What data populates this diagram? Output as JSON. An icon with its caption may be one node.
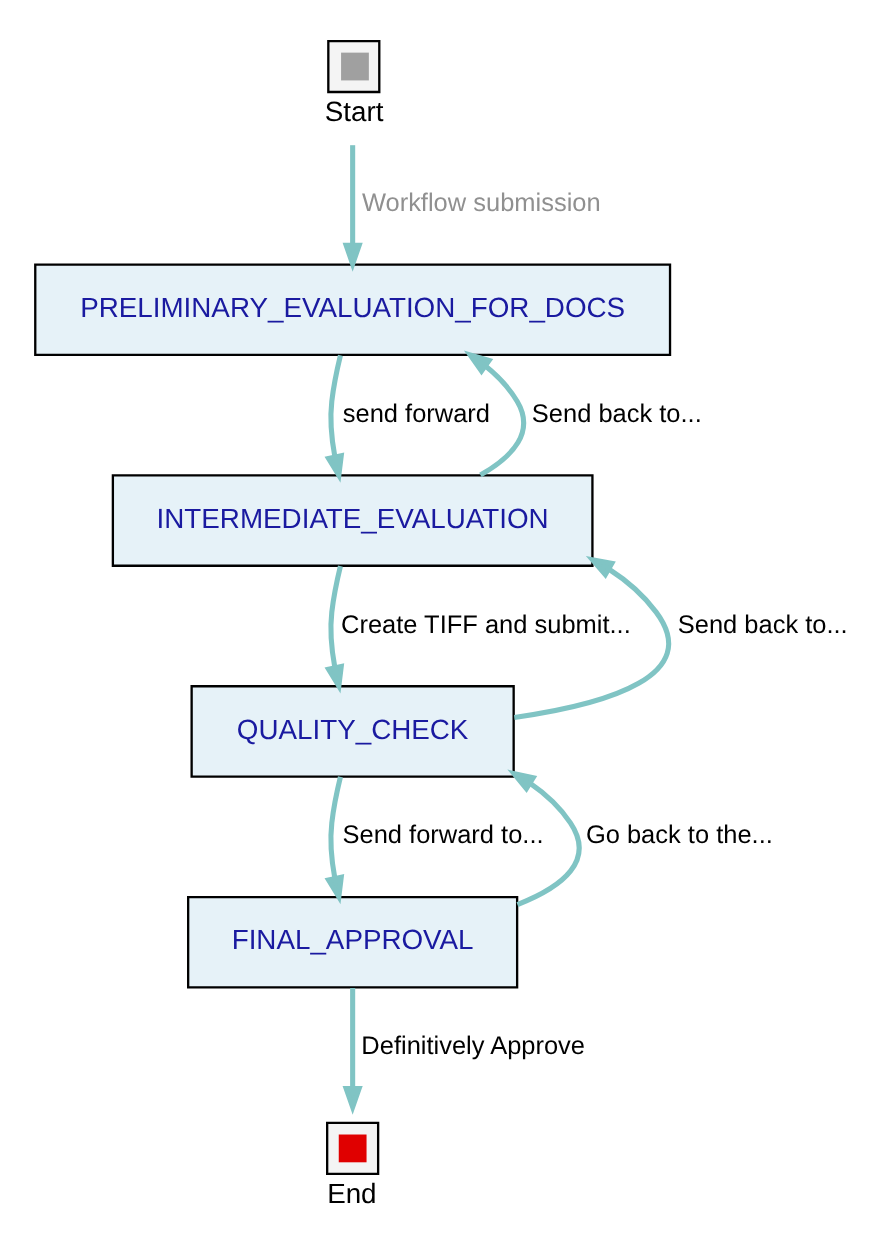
{
  "diagram": {
    "nodes": [
      {
        "text": [],
        "shape": "box",
        "beside": [
          "Start"
        ]
      },
      {
        "text": [
          "PRELIMINARY_EVALUATION_FOR_DOCS"
        ]
      },
      {
        "text": [
          "INTERMEDIATE_EVALUATION"
        ]
      },
      {
        "text": [
          "QUALITY_CHECK"
        ]
      },
      {
        "text": [
          "FINAL_APPROVAL"
        ]
      },
      {
        "text": [],
        "shape": "box",
        "beside": [
          "End"
        ]
      }
    ],
    "edges": [
      {
        "from": 0,
        "to": 1,
        "arrow": "to",
        "label": "Workflow submission"
      },
      {
        "from": 2,
        "to": 1,
        "arrow": "to",
        "label": "Send back to..."
      },
      {
        "from": 1,
        "to": 2,
        "arrow": "to",
        "label": "send forward"
      },
      {
        "from": 3,
        "to": 2,
        "arrow": "to",
        "label": "Send back to..."
      },
      {
        "from": 2,
        "to": 3,
        "arrow": "to",
        "label": "Create TIFF and submit..."
      },
      {
        "from": 4,
        "to": 3,
        "arrow": "to",
        "label": "Go back to the..."
      },
      {
        "from": 3,
        "to": 4,
        "arrow": "to",
        "label": "Send forward to..."
      },
      {
        "from": 4,
        "to": 5,
        "arrow": "to",
        "label": "Definitively Approve"
      }
    ]
  }
}
